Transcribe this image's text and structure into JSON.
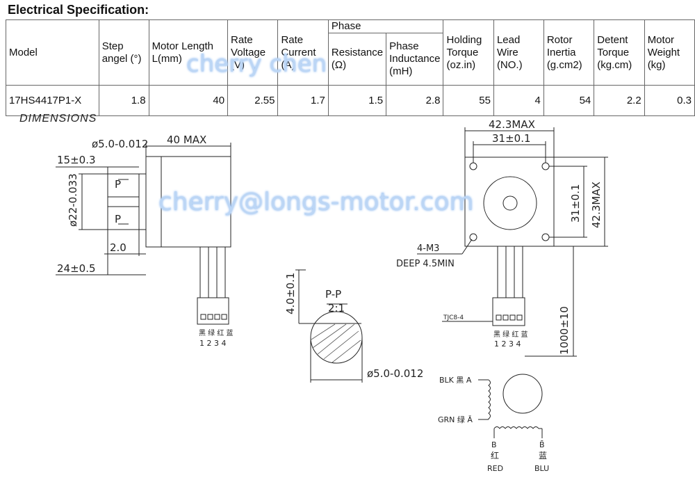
{
  "spec": {
    "title": "Electrical Specification:",
    "headers": {
      "model": "Model",
      "step_angle": "Step angel (°)",
      "motor_length": "Motor Length L(mm)",
      "rate_voltage": "Rate Voltage (V)",
      "rate_current": "Rate Current (A)",
      "phase": "Phase",
      "phase_resistance": "Resistance (Ω)",
      "phase_inductance": "Phase Inductance (mH)",
      "holding_torque": "Holding Torque (oz.in)",
      "lead_wire": "Lead Wire (NO.)",
      "rotor_inertia": "Rotor Inertia (g.cm2)",
      "detent_torque": "Detent Torque (kg.cm)",
      "motor_weight": "Motor Weight (kg)"
    },
    "row": {
      "model": "17HS4417P1-X",
      "step_angle": "1.8",
      "motor_length": "40",
      "rate_voltage": "2.55",
      "rate_current": "1.7",
      "phase_resistance": "1.5",
      "phase_inductance": "2.8",
      "holding_torque": "55",
      "lead_wire": "4",
      "rotor_inertia": "54",
      "detent_torque": "2.2",
      "motor_weight": "0.3"
    }
  },
  "watermarks": {
    "top": "cherry chen",
    "middle": "cherry@longs-motor.com"
  },
  "dimensions": {
    "title": "DIMENSIONS",
    "side_view": {
      "shaft_dia": "ø5.0-0.012",
      "length_max": "40 MAX",
      "shaft_len": "15±0.3",
      "boss_dia": "ø22-0.033",
      "p_label": "P",
      "boss_height": "2.0",
      "total_shaft": "24±0.5",
      "connector_colors": "黑 绿 红 蓝",
      "connector_pins": "1  2  3  4"
    },
    "section_view": {
      "flat": "4.0±0.1",
      "pp": "P-P",
      "scale": "2:1",
      "shaft_dia": "ø5.0-0.012"
    },
    "front_view": {
      "width_max": "42.3MAX",
      "hole_spacing": "31±0.1",
      "side_spacing": "31±0.1",
      "side_max": "42.3MAX",
      "mount_holes": "4-M3",
      "mount_depth": "DEEP 4.5MIN",
      "connector": "TJC8-4",
      "lead_len": "1000±10",
      "connector_colors": "黑 绿 红 蓝",
      "connector_pins": "1  2  3  4"
    },
    "wiring": {
      "a_label": "BLK 黑 A",
      "abar_label": "GRN 绿 Ā",
      "b_label": "B",
      "bbar_label": "B̄",
      "red_cn": "红",
      "red_en": "RED",
      "blu_cn": "蓝",
      "blu_en": "BLU"
    }
  }
}
